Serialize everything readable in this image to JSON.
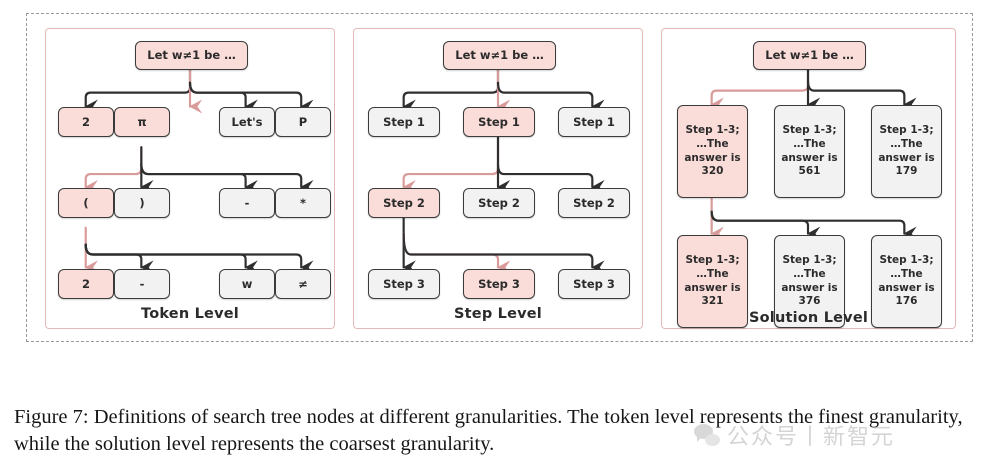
{
  "figure": {
    "caption": "Figure 7: Definitions of search tree nodes at different granularities. The token level represents the finest granularity, while the solution level represents the coarsest granularity.",
    "watermark": "公众号丨新智元"
  },
  "colors": {
    "highlight_fill": "#fadcd9",
    "default_fill": "#f2f2f2",
    "node_border": "#3b3b3b",
    "panel_border": "#e3b9b8",
    "highlight_edge": "#d99a9a",
    "default_edge": "#2f2f2f",
    "outer_border": "#9a9a9a"
  },
  "panels": [
    {
      "id": "token",
      "label": "Token Level",
      "root": "Let w≠1 be …",
      "rows": [
        {
          "nodes": [
            {
              "text": "2",
              "highlight": false
            },
            {
              "text": "π",
              "highlight": true
            },
            {
              "text": "Let's",
              "highlight": false
            },
            {
              "text": "P",
              "highlight": false
            }
          ]
        },
        {
          "nodes": [
            {
              "text": "(",
              "highlight": true
            },
            {
              "text": ")",
              "highlight": false
            },
            {
              "text": "-",
              "highlight": false
            },
            {
              "text": "*",
              "highlight": false
            }
          ]
        },
        {
          "nodes": [
            {
              "text": "2",
              "highlight": true
            },
            {
              "text": "-",
              "highlight": false
            },
            {
              "text": "w",
              "highlight": false
            },
            {
              "text": "≠",
              "highlight": false
            }
          ]
        }
      ]
    },
    {
      "id": "step",
      "label": "Step Level",
      "root": "Let w≠1 be …",
      "rows": [
        {
          "nodes": [
            {
              "text": "Step 1",
              "highlight": false
            },
            {
              "text": "Step 1",
              "highlight": true
            },
            {
              "text": "Step 1",
              "highlight": false
            }
          ]
        },
        {
          "nodes": [
            {
              "text": "Step 2",
              "highlight": true
            },
            {
              "text": "Step 2",
              "highlight": false
            },
            {
              "text": "Step 2",
              "highlight": false
            }
          ]
        },
        {
          "nodes": [
            {
              "text": "Step 3",
              "highlight": false
            },
            {
              "text": "Step 3",
              "highlight": true
            },
            {
              "text": "Step 3",
              "highlight": false
            }
          ]
        }
      ]
    },
    {
      "id": "solution",
      "label": "Solution Level",
      "root": "Let w≠1 be …",
      "rows": [
        {
          "nodes": [
            {
              "line1": "Step 1-3;",
              "line2": "…The",
              "line3": "answer is",
              "line4": "320",
              "highlight": true
            },
            {
              "line1": "Step 1-3;",
              "line2": "…The",
              "line3": "answer is",
              "line4": "561",
              "highlight": false
            },
            {
              "line1": "Step 1-3;",
              "line2": "…The",
              "line3": "answer is",
              "line4": "179",
              "highlight": false
            }
          ]
        },
        {
          "nodes": [
            {
              "line1": "Step 1-3;",
              "line2": "…The",
              "line3": "answer is",
              "line4": "321",
              "highlight": true
            },
            {
              "line1": "Step 1-3;",
              "line2": "…The",
              "line3": "answer is",
              "line4": "376",
              "highlight": false
            },
            {
              "line1": "Step 1-3;",
              "line2": "…The",
              "line3": "answer is",
              "line4": "176",
              "highlight": false
            }
          ]
        }
      ]
    }
  ]
}
